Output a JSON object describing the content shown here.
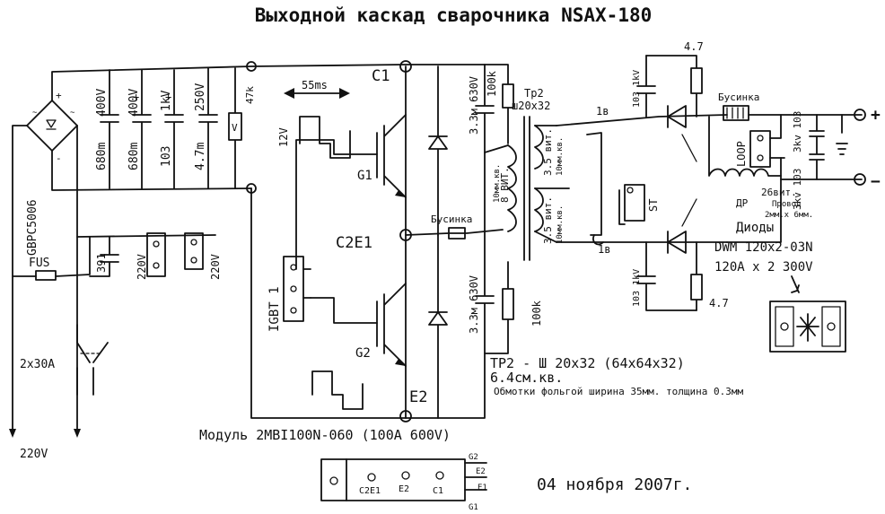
{
  "title": "Выходной каскад сварочника NSAX-180",
  "date": "04 ноября 2007г.",
  "input": {
    "bridge": "GBPC5006",
    "fuse": "FUS",
    "switch": "2x30A",
    "mains": "220V",
    "caps": [
      {
        "value": "680m",
        "rating": "400V"
      },
      {
        "value": "680m",
        "rating": "400V"
      },
      {
        "value": "103",
        "rating": "1kV"
      },
      {
        "value": "4.7m",
        "rating": "250V"
      }
    ],
    "varistor": "47k",
    "varistor_symbol": "V",
    "filter_cap": "391",
    "outlet1": "220V",
    "outlet2": "220V"
  },
  "igbt": {
    "gate_voltage": "12V",
    "period": "55ms",
    "c1": "C1",
    "c2e1": "C2E1",
    "e2": "E2",
    "g1": "G1",
    "g2": "G2",
    "label": "IGBT 1",
    "module": "Модуль 2MBI100N-060 (100A 600V)"
  },
  "snubber": {
    "cap_top": "3.3м 630V",
    "res_top": "100k",
    "cap_bottom": "3.3м 630V",
    "res_bottom": "100k",
    "bead": "Бусинка"
  },
  "transformer": {
    "label": "Тр2",
    "core": "ш20x32",
    "primary_label": "10мм.кв.",
    "primary_turns": "8 ВИТ.",
    "secondary_top": "3.5 вит.",
    "secondary_top_sub": "10мм.кв.",
    "secondary_bottom": "3.5 вит.",
    "secondary_bottom_sub": "10мм.кв.",
    "tap_top": "1в",
    "tap_bottom": "1в",
    "thermostat": "ST",
    "spec_line1": "ТР2 - Ш 20x32 (64x64x32)",
    "spec_line2": "6.4см.кв.",
    "spec_line3": "Обмотки фольгой ширина 35мм. толщина 0.3мм"
  },
  "output": {
    "res_top": "4.7",
    "cap_top": "103 1kV",
    "res_bottom": "4.7",
    "cap_bottom": "103 1kV",
    "bead": "Бусинка",
    "loop": "LOOP",
    "choke_turns": "26вит.",
    "choke_wire": "Провод",
    "choke_size": "2мм.х 6мм.",
    "choke": "ДР",
    "out_cap1": "3kv 103",
    "out_cap2": "3kv 103",
    "plus": "+",
    "minus": "−",
    "diodes_title": "Диоды",
    "diodes_part": "DWM 120x2-03N",
    "diodes_rating": "120A x 2 300V"
  },
  "module_pins": {
    "c2e1": "C2E1",
    "e2": "E2",
    "c1": "C1",
    "g2": "G2",
    "e2_side": "E2",
    "e1": "E1",
    "g1": "G1"
  }
}
